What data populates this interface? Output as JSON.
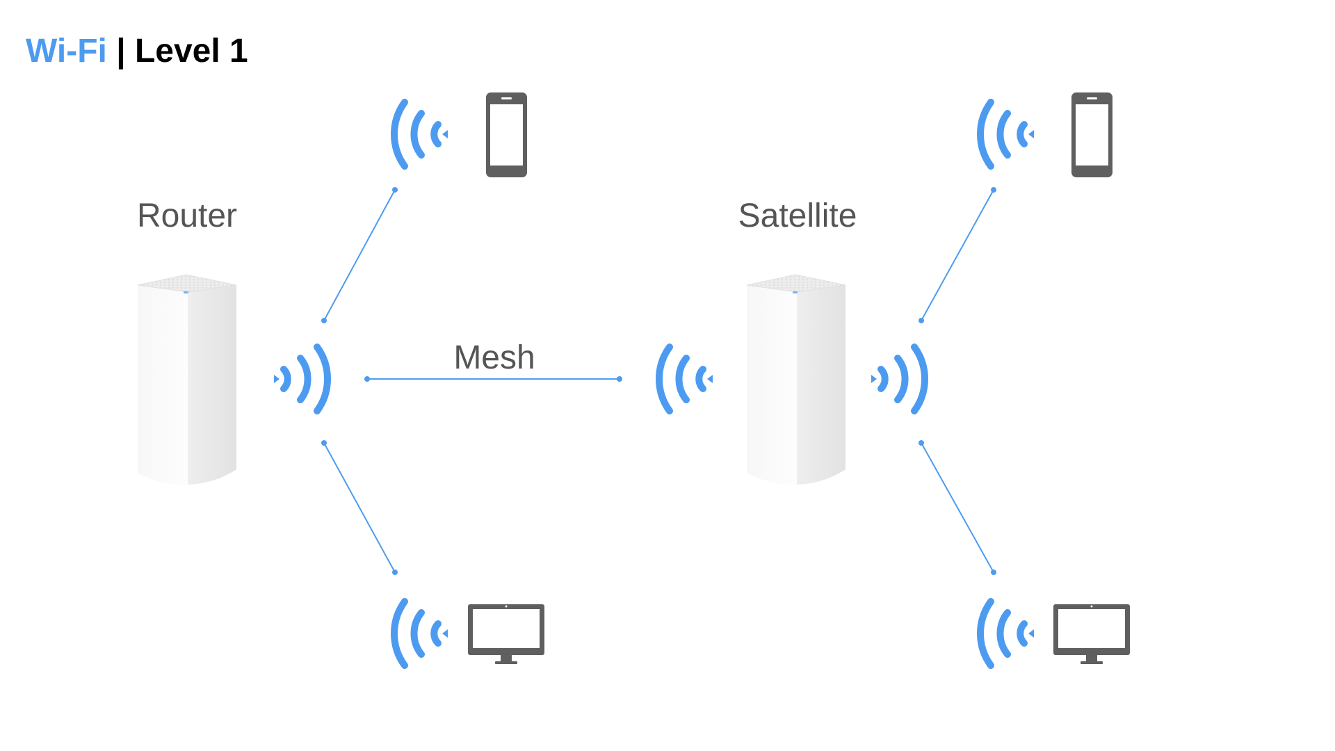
{
  "header": {
    "title_accent": "Wi-Fi",
    "title_rest": " | Level 1"
  },
  "nodes": {
    "router_label": "Router",
    "satellite_label": "Satellite"
  },
  "links": {
    "mesh_label": "Mesh"
  },
  "colors": {
    "accent": "#4d9bf0",
    "device": "#5f5f5f",
    "label": "#555555",
    "node_body": "#f3f3f3"
  },
  "icons": [
    "router-unit-icon",
    "satellite-unit-icon",
    "wifi-signal-icon",
    "smartphone-icon",
    "desktop-monitor-icon"
  ]
}
